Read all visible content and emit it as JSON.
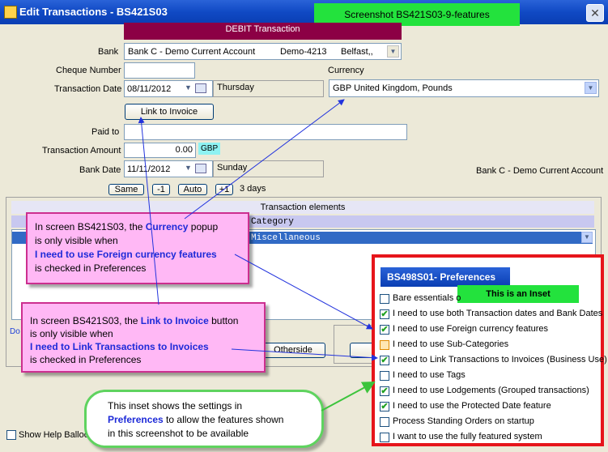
{
  "window": {
    "title": "Edit Transactions - BS421S03",
    "screenshot_label": "Screenshot BS421S03-9-features",
    "close_glyph": "✕"
  },
  "form": {
    "type_banner": "DEBIT Transaction",
    "bank_label": "Bank",
    "bank_value": "Bank C - Demo Current Account",
    "bank_code": "Demo-4213",
    "bank_city": "Belfast,,",
    "cheque_label": "Cheque Number",
    "cheque_value": "",
    "currency_label": "Currency",
    "currency_value": "GBP United Kingdom, Pounds",
    "trans_date_label": "Transaction Date",
    "trans_date_value": "08/11/2012",
    "trans_day": "Thursday",
    "link_invoice_label": "Link to Invoice",
    "paid_to_label": "Paid to",
    "paid_to_value": "",
    "amount_label": "Transaction Amount",
    "amount_value": "0.00",
    "amount_currency": "GBP",
    "bank_date_label": "Bank Date",
    "bank_date_value": "11/11/2012",
    "bank_day": "Sunday",
    "bank_account_note": "Bank C - Demo Current Account",
    "same_label": "Same",
    "minus1_label": "-1",
    "auto_label": "Auto",
    "plus1_label": "+1",
    "days_text": "3 days",
    "elements_header": "Transaction elements",
    "category_header": "Category",
    "category_row": "Miscellaneous",
    "doc_link_fragment": "Do",
    "otherside_label": "Otherside",
    "help_balloons_label": "Show Help Balloo"
  },
  "callouts": {
    "currency": {
      "line1_pre": "In screen BS421S03, the ",
      "line1_hl": "Currency",
      "line1_post": " popup",
      "line2": "is only visible when",
      "line3": "I need to use Foreign currency features",
      "line4": "is checked in Preferences"
    },
    "invoice": {
      "line1_pre": "In screen BS421S03, the ",
      "line1_hl": "Link to Invoice",
      "line1_post": " button",
      "line2": "is only visible when",
      "line3": "I need to Link Transactions to Invoices",
      "line4": "is checked in Preferences"
    },
    "inset_note": {
      "line1": "This inset shows the settings in",
      "line2_hl": "Preferences",
      "line2_post": " to allow the features shown",
      "line3": "in this screenshot to be available"
    }
  },
  "inset": {
    "title": "BS498S01- Preferences",
    "badge": "This is an Inset",
    "items": [
      {
        "label": "Bare essentials o",
        "checked": false
      },
      {
        "label": "I need to use both Transaction dates and Bank Dates",
        "checked": true
      },
      {
        "label": "I need to use Foreign currency features",
        "checked": true
      },
      {
        "label": "I need to use Sub-Categories",
        "checked": false,
        "highlight": true
      },
      {
        "label": "I need to Link Transactions to Invoices (Business Use)",
        "checked": true
      },
      {
        "label": "I need to use Tags",
        "checked": false
      },
      {
        "label": "I need to use Lodgements (Grouped transactions)",
        "checked": true
      },
      {
        "label": "I need to use the Protected Date feature",
        "checked": true
      },
      {
        "label": "Process Standing Orders on startup",
        "checked": false
      },
      {
        "label": "I want to use the fully featured system",
        "checked": false
      }
    ]
  }
}
